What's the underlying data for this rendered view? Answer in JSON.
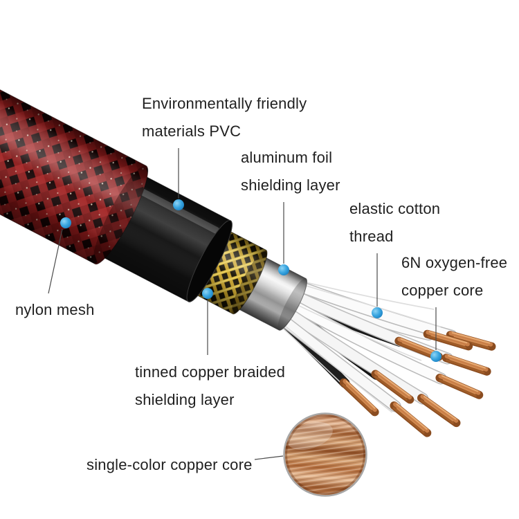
{
  "diagram": {
    "subject": "audio-cable-layer-structure",
    "labels": {
      "pvc": {
        "line1": "Environmentally friendly",
        "line2": "materials PVC"
      },
      "aluminum_foil": {
        "line1": "aluminum foil",
        "line2": "shielding layer"
      },
      "elastic_cotton": {
        "line1": "elastic cotton",
        "line2": "thread"
      },
      "oxygen_free_copper": {
        "line1": "6N oxygen-free",
        "line2": "copper core"
      },
      "nylon_mesh": {
        "line1": "nylon mesh"
      },
      "tinned_copper": {
        "line1": "tinned copper braided",
        "line2": "shielding layer"
      },
      "single_color_copper": {
        "line1": "single-color copper core"
      }
    },
    "colors": {
      "background": "#ffffff",
      "text": "#1f1f1f",
      "callout_dot": "#2e9fd8",
      "leader_line": "#4a4a4a",
      "mesh_red": "#8c1a1a",
      "mesh_diamond_black": "#150404",
      "pvc_black": "#121212",
      "braid_gold": "#c9a227",
      "foil_silver": "#c0c0c0",
      "wire_white": "#fafafa",
      "wire_black": "#1b1b1b",
      "wire_red": "#d01f26",
      "copper": "#b5713a"
    }
  }
}
